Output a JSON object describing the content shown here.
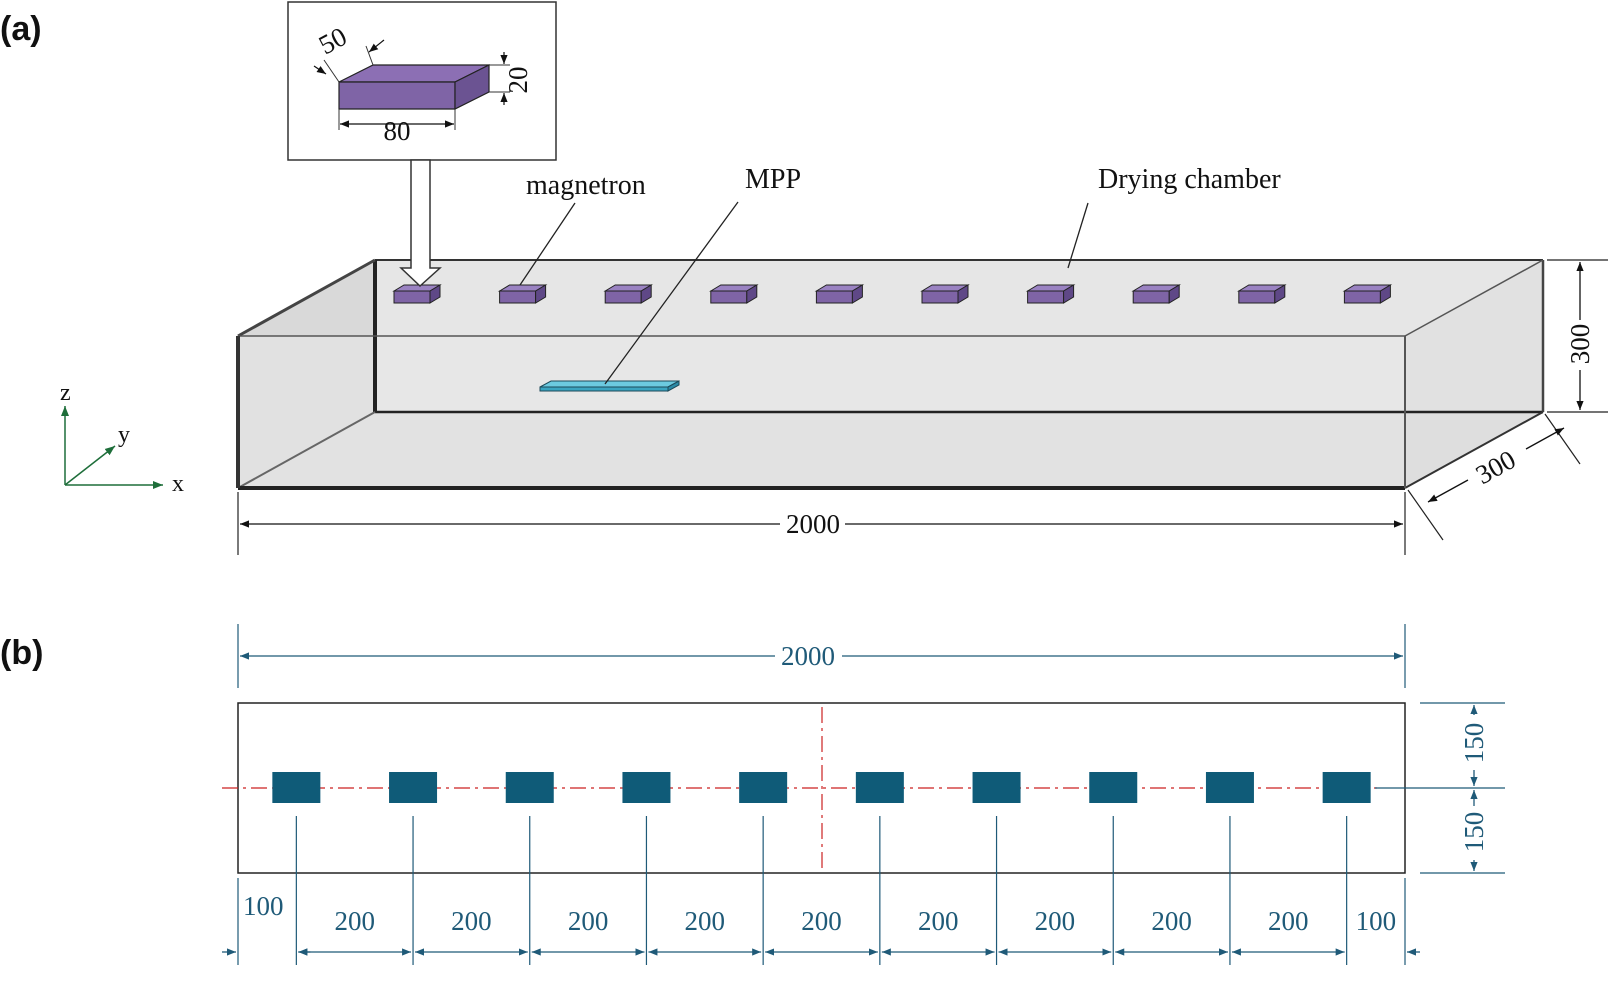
{
  "panels": {
    "a": "(a)",
    "b": "(b)"
  },
  "labels": {
    "magnetron": "magnetron",
    "mpp": "MPP",
    "chamber": "Drying chamber"
  },
  "axes": {
    "z": "z",
    "y": "y",
    "x": "x"
  },
  "inset": {
    "depth": "50",
    "height": "20",
    "width": "80"
  },
  "dims_a": {
    "length": "2000",
    "height": "300",
    "depth": "300"
  },
  "dims_b": {
    "length": "2000",
    "upper_half": "150",
    "lower_half": "150",
    "end_left": "100",
    "end_right": "100",
    "spacings": [
      "200",
      "200",
      "200",
      "200",
      "200",
      "200",
      "200",
      "200",
      "200"
    ]
  },
  "colors": {
    "magnetron": "#7f64a6",
    "mpp": "#4bb5cf",
    "chamber_fill": "#e3e3e3",
    "plan_block": "#0f5b78",
    "dim_blue": "#1f5a78",
    "centerline": "#cc2222"
  }
}
